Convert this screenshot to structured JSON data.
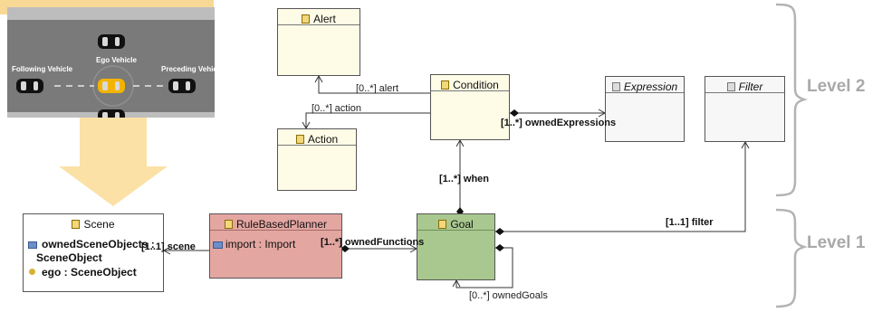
{
  "scenario": {
    "following": "Following Vehicle",
    "ego": "Ego Vehicle",
    "preceding": "Preceding Vehicle"
  },
  "classes": {
    "alert": "Alert",
    "action": "Action",
    "condition": "Condition",
    "expression": "Expression",
    "filter": "Filter",
    "scene": "Scene",
    "planner": "RuleBasedPlanner",
    "goal": "Goal"
  },
  "attributes": {
    "planner_import": "import : Import",
    "scene_owned": "ownedSceneObjects :",
    "scene_owned_type": "SceneObject",
    "scene_ego": "ego : SceneObject"
  },
  "associations": {
    "alert": "[0..*] alert",
    "action": "[0..*] action",
    "owned_expressions": "[1..*] ownedExpressions",
    "when": "[1..*] when",
    "filter": "[1..1] filter",
    "owned_functions": "[1..*] ownedFunctions",
    "scene": "[1..1] scene",
    "owned_goals": "[0..*] ownedGoals"
  },
  "levels": {
    "level2": "Level 2",
    "level1": "Level 1"
  }
}
